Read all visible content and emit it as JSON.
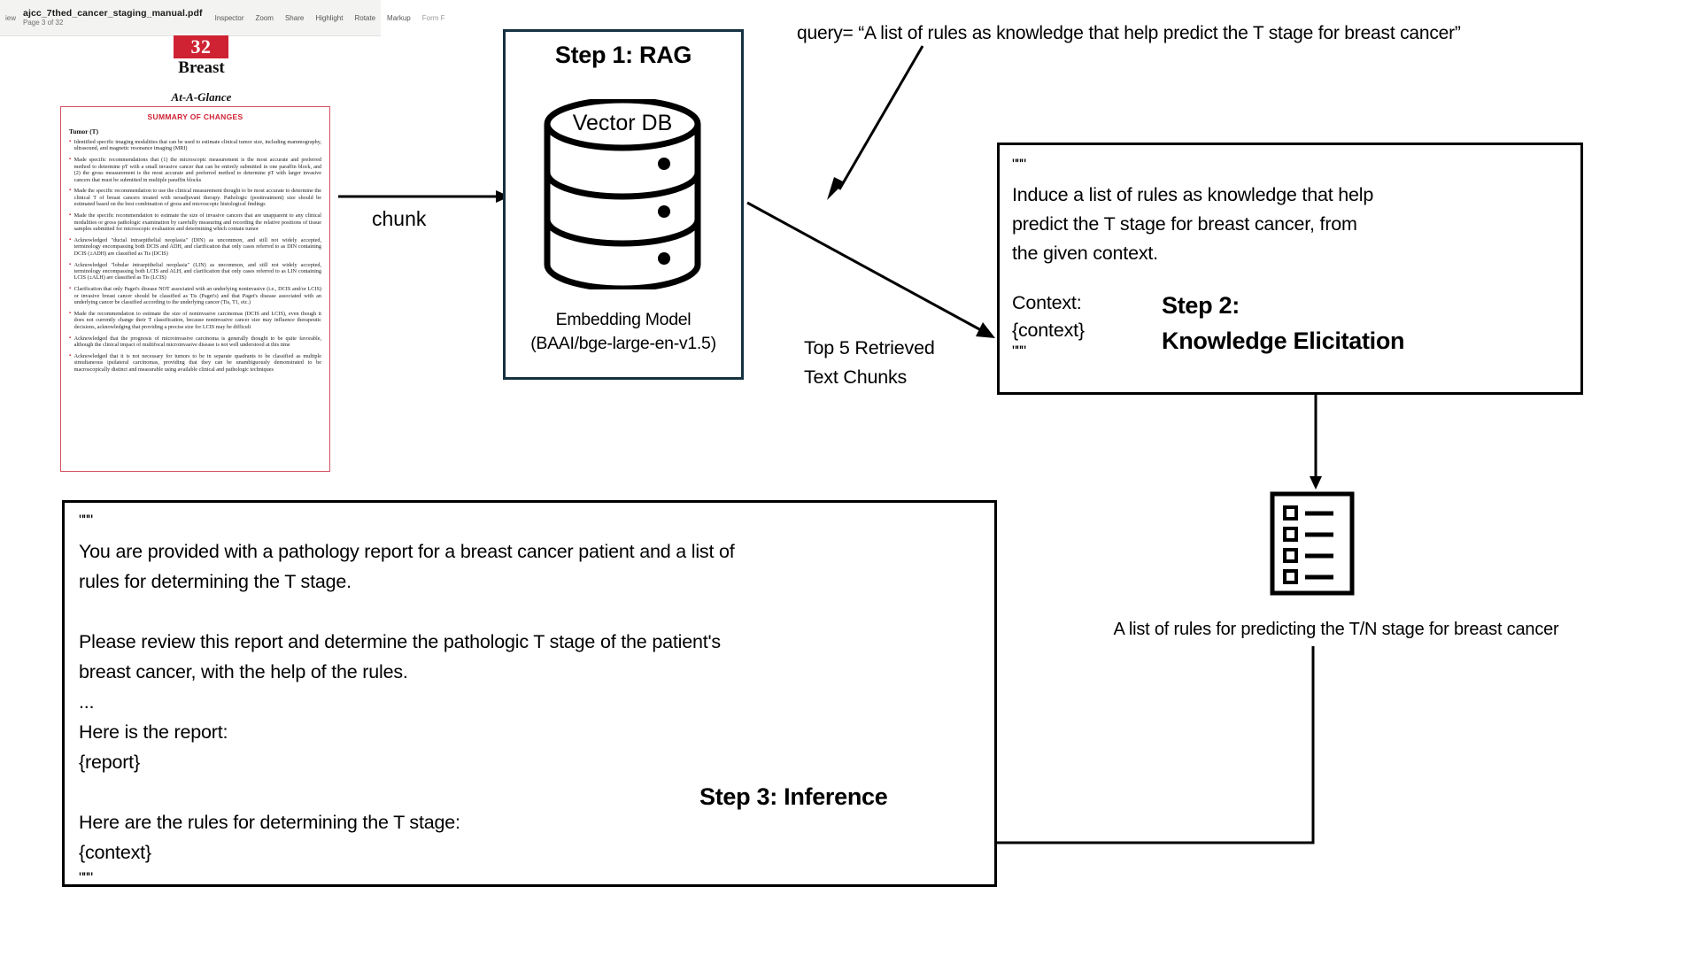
{
  "pdf_viewer": {
    "view_label": "iew",
    "file_name": "ajcc_7thed_cancer_staging_manual.pdf",
    "page_indicator": "Page 3 of 32",
    "menu_items": [
      "Inspector",
      "Zoom",
      "Share",
      "Highlight",
      "Rotate",
      "Markup",
      "Form F"
    ],
    "chapter_number": "32",
    "chapter_title": "Breast",
    "at_a_glance": "At-A-Glance",
    "accent_color": "#cf2233",
    "summary": {
      "heading": "SUMMARY OF CHANGES",
      "section_label": "Tumor (T)",
      "items": [
        "Identified specific imaging modalities that can be used to estimate clinical tumor size, including mammography, ultrasound, and magnetic resonance imaging (MRI)",
        "Made specific recommendations that (1) the microscopic measurement is the most accurate and preferred method to determine pT with a small invasive cancer that can be entirely submitted in one paraffin block, and (2) the gross measurement is the most accurate and preferred method to determine pT with larger invasive cancers that must be submitted in multiple paraffin blocks",
        "Made the specific recommendation to use the clinical measurement thought to be most accurate to determine the clinical T of breast cancers treated with neoadjuvant therapy. Pathologic (posttreatment) size should be estimated based on the best combination of gross and microscopic histological findings",
        "Made the specific recommendation to estimate the size of invasive cancers that are unapparent to any clinical modalities or gross pathologic examination by carefully measuring and recording the relative positions of tissue samples submitted for microscopic evaluation and determining which contain tumor",
        "Acknowledged \"ductal intraepithelial neoplasia\" (DIN) as uncommon, and still not widely accepted, terminology encompassing both DCIS and ADH, and clarification that only cases referred to as DIN containing DCIS (±ADH) are classified as Tis (DCIS)",
        "Acknowledged \"lobular intraepithelial neoplasia\" (LIN) as uncommon, and still not widely accepted, terminology encompassing both LCIS and ALH, and clarification that only cases referred to as LIN containing LCIS (±ALH) are classified as Tis (LCIS)",
        "Clarification that only Paget's disease NOT associated with an underlying noninvasive (i.e., DCIS and/or LCIS) or invasive breast cancer should be classified as Tis (Paget's) and that Paget's disease associated with an underlying cancer be classified according to the underlying cancer (Tis, T1, etc.)",
        "Made the recommendation to estimate the size of noninvasive carcinomas (DCIS and LCIS), even though it does not currently change their T classification, because noninvasive cancer size may influence therapeutic decisions, acknowledging that providing a precise size for LCIS may be difficult",
        "Acknowledged that the prognosis of microinvasive carcinoma is generally thought to be quite favorable, although the clinical impact of multifocal microinvasive disease is not well understood at this time",
        "Acknowledged that it is not necessary for tumors to be in separate quadrants to be classified as multiple simultaneous ipsilateral carcinomas, providing that they can be unambiguously demonstrated to be macroscopically distinct and measurable using available clinical and pathologic techniques"
      ]
    }
  },
  "diagram": {
    "query_text": "query= “A list of rules as knowledge that help predict the T stage for breast cancer”",
    "chunk_label": "chunk",
    "top5_label": "Top 5 Retrieved\nText Chunks",
    "step1": {
      "title": "Step 1: RAG",
      "border_color": "#16313f",
      "db_label": "Vector DB",
      "embedding_caption": "Embedding Model\n(BAAI/bge-large-en-v1.5)"
    },
    "step2": {
      "quote_open": "\"\"\"",
      "quote_close": "\"\"\"",
      "prompt": "Induce a list of rules as knowledge that help\npredict the T stage for breast cancer, from\nthe given context.",
      "context_block": "Context:\n{context}",
      "heading": "Step 2:\nKnowledge Elicitation"
    },
    "rules_output": {
      "icon_name": "rules-list-icon",
      "caption": "A list of rules for predicting the T/N stage for breast cancer"
    },
    "step3": {
      "quote_open": "\"\"\"",
      "quote_close": "\"\"\"",
      "body": "You are provided with a pathology report for a breast cancer patient and a list of\nrules for determining the T stage.\n\nPlease review this report and determine the pathologic T stage of the patient's\nbreast cancer, with the help of the rules.\n...\nHere is the report:\n{report}\n\nHere are the rules for determining the T stage:\n{context}",
      "heading": "Step 3: Inference"
    }
  }
}
